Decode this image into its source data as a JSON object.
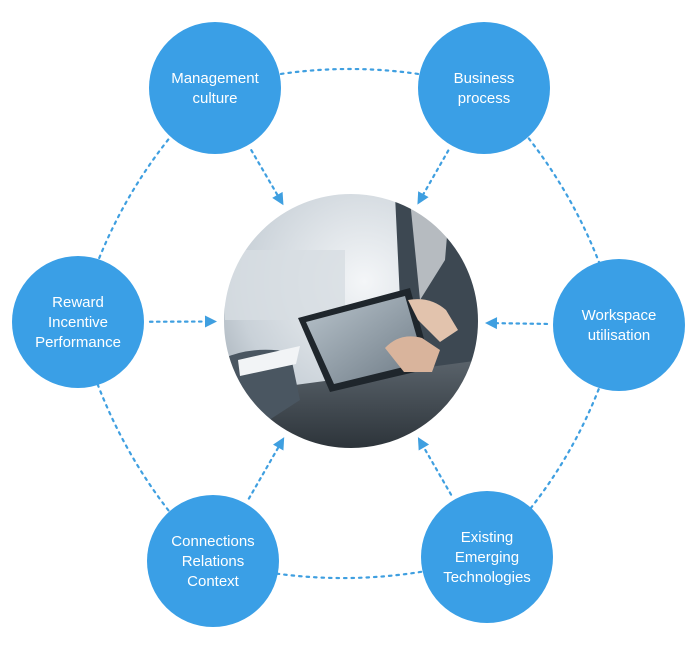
{
  "diagram": {
    "center_image": "photo-hands-holding-tablet",
    "colors": {
      "node": "#3a9fe6",
      "connector": "#3f9fe0",
      "label": "#ffffff"
    },
    "nodes": [
      {
        "id": "management",
        "lines": [
          "Management",
          "culture"
        ]
      },
      {
        "id": "business",
        "lines": [
          "Business",
          "process"
        ]
      },
      {
        "id": "workspace",
        "lines": [
          "Workspace",
          "utilisation"
        ]
      },
      {
        "id": "technologies",
        "lines": [
          "Existing",
          "Emerging",
          "Technologies"
        ]
      },
      {
        "id": "connections",
        "lines": [
          "Connections",
          "Relations",
          "Context"
        ]
      },
      {
        "id": "reward",
        "lines": [
          "Reward",
          "Incentive",
          "Performance"
        ]
      }
    ]
  }
}
